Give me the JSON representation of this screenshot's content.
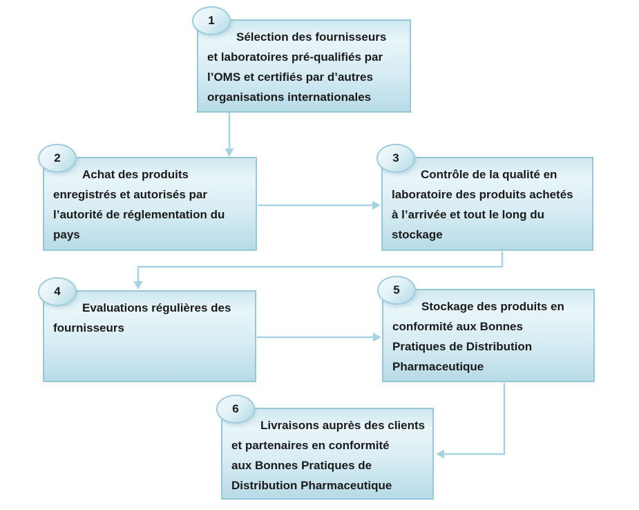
{
  "colors": {
    "box_border": "#96c7d9",
    "box_fill_top": "#cfe8f0",
    "box_fill_light": "#e8f5f9",
    "box_fill_mid": "#d9edf4",
    "box_fill_bottom": "#b7dbe7",
    "badge_border": "#9fccdc",
    "connector": "#a6d3e1",
    "text": "#1a1a1a",
    "background": "#ffffff"
  },
  "steps": [
    {
      "number": "1",
      "text": "Sélection des fournisseurs\net laboratoires pré-qualifiés par\nl’OMS et certifiés par d’autres\norganisations internationales"
    },
    {
      "number": "2",
      "text": "Achat des produits\nenregistrés et autorisés par\nl’autorité de réglementation du\npays"
    },
    {
      "number": "3",
      "text": "Contrôle de la qualité en\nlaboratoire des produits achetés\nà l’arrivée et tout le long du\nstockage"
    },
    {
      "number": "4",
      "text": "Evaluations régulières des\nfournisseurs"
    },
    {
      "number": "5",
      "text": "Stockage des produits en\nconformité aux Bonnes\nPratiques de Distribution\nPharmaceutique"
    },
    {
      "number": "6",
      "text": "Livraisons auprès des clients\net partenaires en conformité\naux Bonnes Pratiques de\nDistribution Pharmaceutique"
    }
  ]
}
